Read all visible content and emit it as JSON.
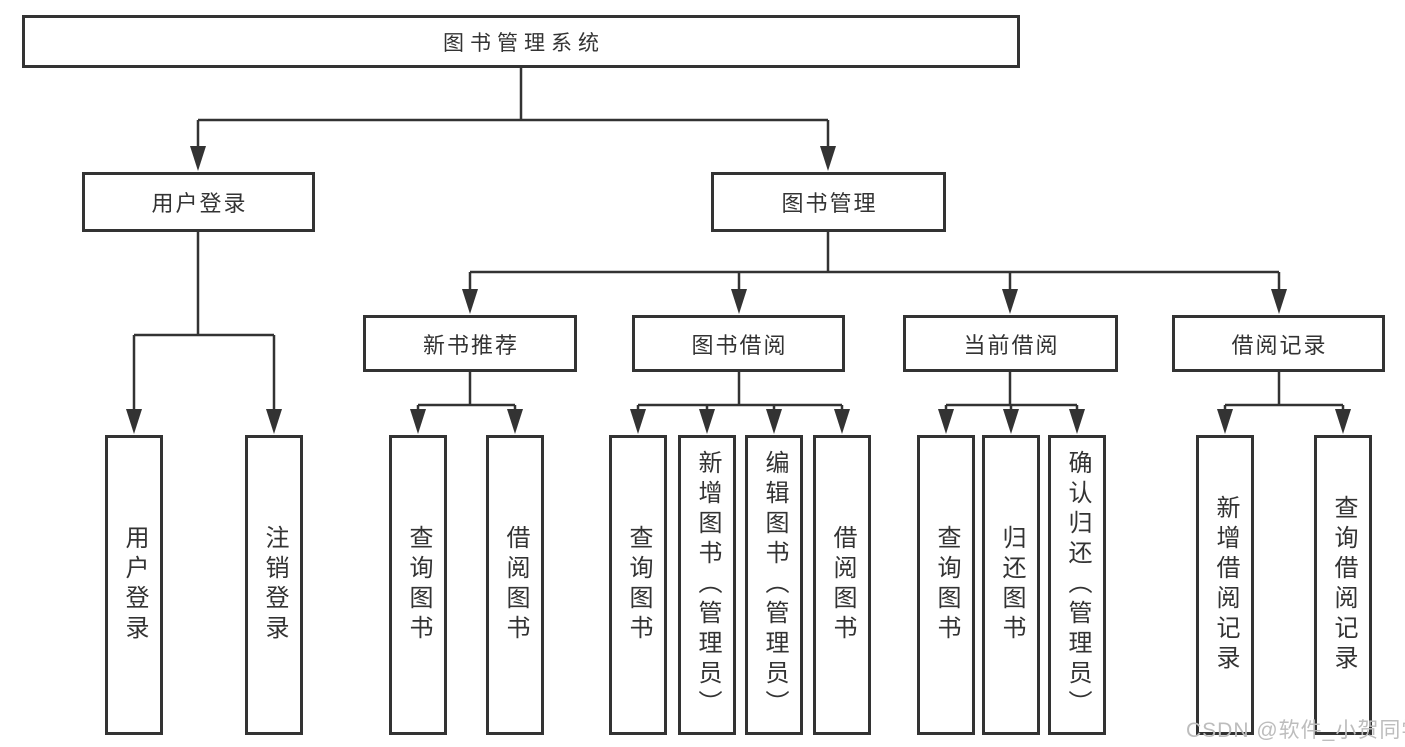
{
  "diagram": {
    "root": {
      "label": "图书管理系统"
    },
    "level2": [
      {
        "id": "user-login",
        "label": "用户登录"
      },
      {
        "id": "book-management",
        "label": "图书管理"
      }
    ],
    "level3": [
      {
        "id": "new-book-recommend",
        "label": "新书推荐"
      },
      {
        "id": "book-borrow",
        "label": "图书借阅"
      },
      {
        "id": "current-borrow",
        "label": "当前借阅"
      },
      {
        "id": "borrow-records",
        "label": "借阅记录"
      }
    ],
    "leaves": [
      {
        "id": "user-login-leaf",
        "label": "用户登录"
      },
      {
        "id": "logout",
        "label": "注销登录"
      },
      {
        "id": "query-books-recommend",
        "label": "查询图书"
      },
      {
        "id": "borrow-books-recommend",
        "label": "借阅图书"
      },
      {
        "id": "query-books-borrow",
        "label": "查询图书"
      },
      {
        "id": "add-books-admin",
        "label": "新增图书（管理员）"
      },
      {
        "id": "edit-books-admin",
        "label": "编辑图书（管理员）"
      },
      {
        "id": "borrow-books",
        "label": "借阅图书"
      },
      {
        "id": "query-books-current",
        "label": "查询图书"
      },
      {
        "id": "return-books",
        "label": "归还图书"
      },
      {
        "id": "confirm-return-admin",
        "label": "确认归还（管理员）"
      },
      {
        "id": "add-borrow-record",
        "label": "新增借阅记录"
      },
      {
        "id": "query-borrow-record",
        "label": "查询借阅记录"
      }
    ]
  },
  "watermark": "CSDN @软件_小贺同学",
  "colors": {
    "line": "#333333",
    "text": "#333333",
    "background": "#ffffff",
    "watermark_text": "#bdbdbd"
  }
}
